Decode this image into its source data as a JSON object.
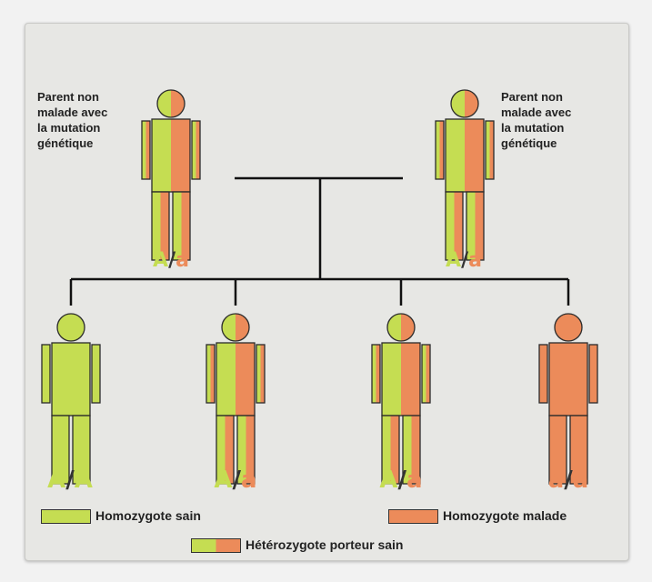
{
  "colors": {
    "healthy": "#c5dd52",
    "affected": "#ec8b5a",
    "outline": "#2b2b2b",
    "line": "#111111"
  },
  "parents": [
    {
      "note": "Parent non\nmalade avec\nla mutation\ngénétique",
      "allele1": "A",
      "sep": "/",
      "allele2": "a",
      "type": "hetero"
    },
    {
      "note": "Parent non\nmalade avec\nla mutation\ngénétique",
      "allele1": "A",
      "sep": "/",
      "allele2": "a",
      "type": "hetero"
    }
  ],
  "children": [
    {
      "allele1": "A",
      "sep": "/",
      "allele2": "A",
      "type": "healthy"
    },
    {
      "allele1": "A",
      "sep": "/",
      "allele2": "a",
      "type": "hetero"
    },
    {
      "allele1": "A",
      "sep": "/",
      "allele2": "a",
      "type": "hetero"
    },
    {
      "allele1": "a",
      "sep": "/",
      "allele2": "a",
      "type": "affected"
    }
  ],
  "legend": {
    "homozygote_sain": "Homozygote sain",
    "homozygote_malade": "Homozygote malade",
    "heterozygote": "Hétérozygote porteur sain"
  }
}
